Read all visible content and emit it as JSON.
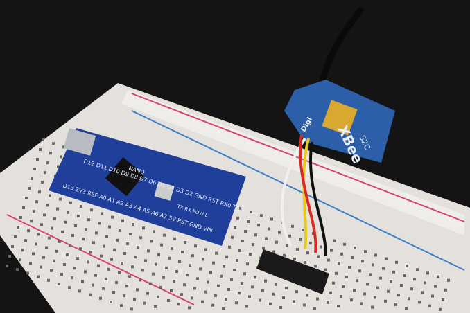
{
  "photo": {
    "xbee": {
      "brand": "XBee",
      "model": "S2C",
      "maker": "Digi"
    },
    "arduino": {
      "board": "NANO",
      "pins_top": "D12 D11 D10 D9 D8 D7 D6 D5 D4 D3 D2 GND RST RX0 TX1",
      "pins_bottom": "D13 3V3 REF A0 A1 A2 A3 A4 A5 A6 A7 5V RST GND VIN",
      "leds": "TX RX POW L"
    },
    "colors": {
      "background": "#141414",
      "breadboard": "#ece9e4",
      "pcb": "#1f3f9a",
      "xbee_pcb": "#2d5fa8",
      "rail_red": "#d8407a",
      "rail_blue": "#3a7fc8"
    }
  }
}
